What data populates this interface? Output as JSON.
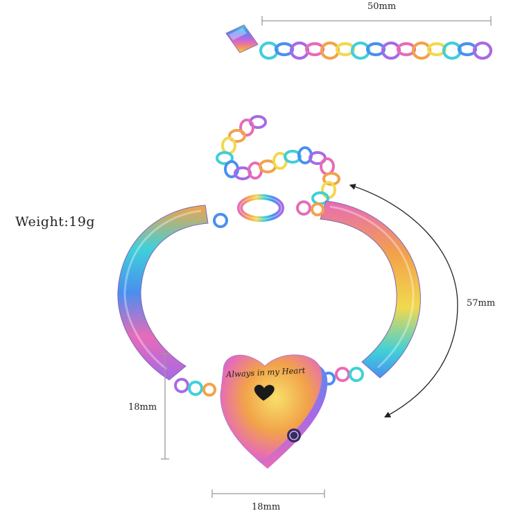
{
  "product": {
    "weight_label": "Weight:19g",
    "engraving_text": "Always in my Heart"
  },
  "dimensions": {
    "extender_length": "50mm",
    "bangle_arc": "57mm",
    "charm_height": "18mm",
    "charm_width": "18mm"
  },
  "colors": {
    "rainbow_cyan": "#3fd0d8",
    "rainbow_blue": "#4a8ff0",
    "rainbow_purple": "#a66ae6",
    "rainbow_pink": "#e76bb8",
    "rainbow_orange": "#f2a24a",
    "rainbow_yellow": "#f1d94e",
    "dimension_line": "#9a9a9a",
    "text": "#222222"
  }
}
